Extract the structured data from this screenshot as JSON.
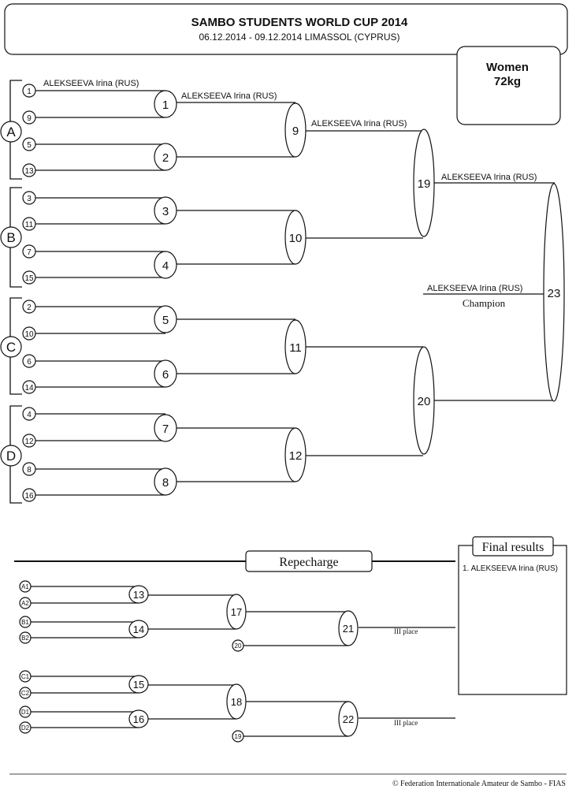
{
  "header": {
    "title": "SAMBO STUDENTS WORLD CUP 2014",
    "subtitle": "06.12.2014 - 09.12.2014 LIMASSOL  (CYPRUS)"
  },
  "category": {
    "gender": "Women",
    "weight": "72kg"
  },
  "pools": [
    "A",
    "B",
    "C",
    "D"
  ],
  "draw_numbers": [
    "1",
    "9",
    "5",
    "13",
    "3",
    "11",
    "7",
    "15",
    "2",
    "10",
    "6",
    "14",
    "4",
    "12",
    "8",
    "16"
  ],
  "bouts_r1": [
    "1",
    "2",
    "3",
    "4",
    "5",
    "6",
    "7",
    "8"
  ],
  "bouts_r2": [
    "9",
    "10",
    "11",
    "12"
  ],
  "bouts_sf": [
    "19",
    "20"
  ],
  "bout_final": "23",
  "athletes": {
    "alekseeva": "ALEKSEEVA Irina (RUS)"
  },
  "champion_label": "Champion",
  "repechage": {
    "label": "Repecharge",
    "seeds_upper": [
      "A1",
      "A2",
      "B1",
      "B2"
    ],
    "seeds_lower": [
      "C1",
      "C2",
      "D1",
      "D2"
    ],
    "entry_upper": "20",
    "entry_lower": "19",
    "bouts_first": [
      "13",
      "14",
      "15",
      "16"
    ],
    "bouts_second": [
      "17",
      "18"
    ],
    "bouts_third": [
      "21",
      "22"
    ],
    "place_label": "III place"
  },
  "final_results": {
    "title": "Final results",
    "first": "1. ALEKSEEVA Irina (RUS)"
  },
  "footer": "© Federation Internationale Amateur de Sambo - FIAS"
}
